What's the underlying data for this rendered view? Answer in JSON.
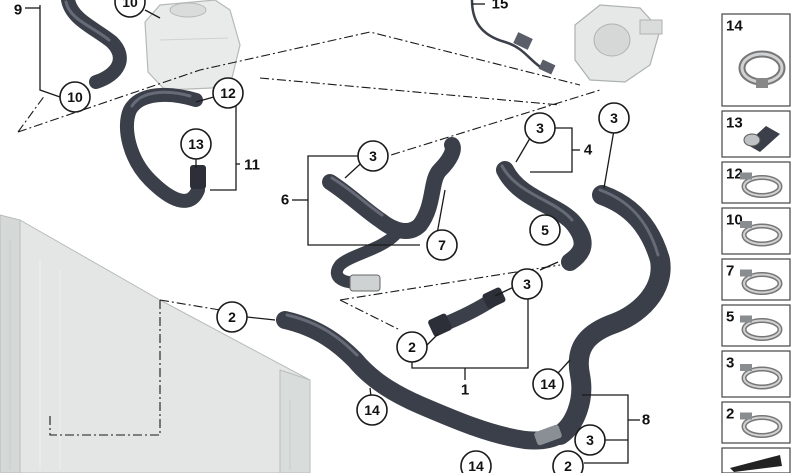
{
  "callouts": {
    "c9": "9",
    "c10a": "10",
    "c10b": "10",
    "c15": "15",
    "c12": "12",
    "c13": "13",
    "c11": "11",
    "c3a": "3",
    "c6": "6",
    "c7": "7",
    "c3b": "3",
    "c4": "4",
    "c5": "5",
    "c3c": "3",
    "c2a": "2",
    "c3d": "3",
    "c2b": "2",
    "c1": "1",
    "c14a": "14",
    "c14b": "14",
    "c8": "8",
    "c3e": "3",
    "c14c": "14",
    "c2c": "2"
  },
  "legend": {
    "items": [
      {
        "label": "14",
        "part": "clamp-band-icon"
      },
      {
        "label": "13",
        "part": "quick-connector-icon"
      },
      {
        "label": "12",
        "part": "hose-clamp-icon"
      },
      {
        "label": "10",
        "part": "hose-clamp-icon"
      },
      {
        "label": "7",
        "part": "hose-clamp-icon"
      },
      {
        "label": "5",
        "part": "hose-clamp-icon"
      },
      {
        "label": "3",
        "part": "hose-clamp-icon"
      },
      {
        "label": "2",
        "part": "hose-clamp-icon"
      }
    ]
  },
  "colors": {
    "hose": "#3b3f49",
    "radiator": "#e3e6e4",
    "tank": "#e9ebea",
    "line": "#1a1a1a"
  }
}
